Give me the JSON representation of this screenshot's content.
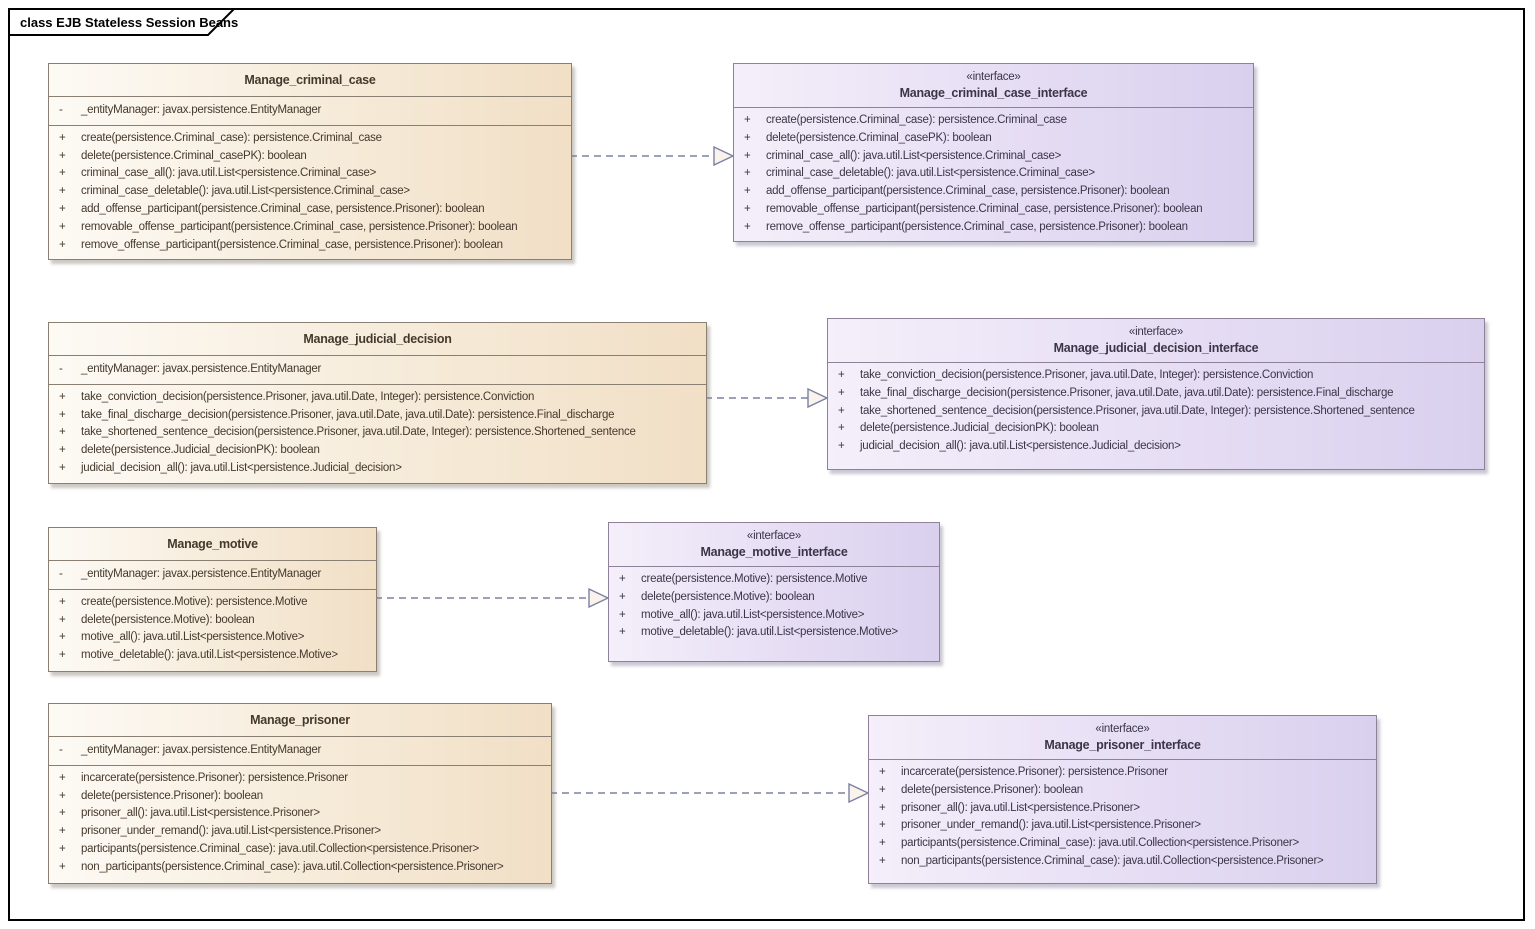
{
  "frame": {
    "title": "class EJB Stateless Session Beans"
  },
  "colors": {
    "class_fill_left": "#fdfaf5",
    "class_fill_right": "#f1dfc6",
    "class_border": "#8a7f73",
    "interface_fill_left": "#f4effa",
    "interface_fill_right": "#d9d0ee",
    "interface_border": "#8f8198",
    "arrow": "#7b81a3",
    "frame_border": "#000000"
  },
  "boxes": [
    {
      "kind": "class",
      "title": "Manage_criminal_case",
      "attributes": [
        {
          "vis": "-",
          "text": "_entityManager: javax.persistence.EntityManager"
        }
      ],
      "methods": [
        {
          "vis": "+",
          "text": "create(persistence.Criminal_case): persistence.Criminal_case"
        },
        {
          "vis": "+",
          "text": "delete(persistence.Criminal_casePK): boolean"
        },
        {
          "vis": "+",
          "text": "criminal_case_all(): java.util.List<persistence.Criminal_case>"
        },
        {
          "vis": "+",
          "text": "criminal_case_deletable(): java.util.List<persistence.Criminal_case>"
        },
        {
          "vis": "+",
          "text": "add_offense_participant(persistence.Criminal_case, persistence.Prisoner): boolean"
        },
        {
          "vis": "+",
          "text": "removable_offense_participant(persistence.Criminal_case, persistence.Prisoner): boolean"
        },
        {
          "vis": "+",
          "text": "remove_offense_participant(persistence.Criminal_case, persistence.Prisoner): boolean"
        }
      ]
    },
    {
      "kind": "interface",
      "stereotype": "«interface»",
      "title": "Manage_criminal_case_interface",
      "methods": [
        {
          "vis": "+",
          "text": "create(persistence.Criminal_case): persistence.Criminal_case"
        },
        {
          "vis": "+",
          "text": "delete(persistence.Criminal_casePK): boolean"
        },
        {
          "vis": "+",
          "text": "criminal_case_all(): java.util.List<persistence.Criminal_case>"
        },
        {
          "vis": "+",
          "text": "criminal_case_deletable(): java.util.List<persistence.Criminal_case>"
        },
        {
          "vis": "+",
          "text": "add_offense_participant(persistence.Criminal_case, persistence.Prisoner): boolean"
        },
        {
          "vis": "+",
          "text": "removable_offense_participant(persistence.Criminal_case, persistence.Prisoner): boolean"
        },
        {
          "vis": "+",
          "text": "remove_offense_participant(persistence.Criminal_case, persistence.Prisoner): boolean"
        }
      ]
    },
    {
      "kind": "class",
      "title": "Manage_judicial_decision",
      "attributes": [
        {
          "vis": "-",
          "text": "_entityManager: javax.persistence.EntityManager"
        }
      ],
      "methods": [
        {
          "vis": "+",
          "text": "take_conviction_decision(persistence.Prisoner, java.util.Date, Integer): persistence.Conviction"
        },
        {
          "vis": "+",
          "text": "take_final_discharge_decision(persistence.Prisoner, java.util.Date, java.util.Date): persistence.Final_discharge"
        },
        {
          "vis": "+",
          "text": "take_shortened_sentence_decision(persistence.Prisoner, java.util.Date, Integer): persistence.Shortened_sentence"
        },
        {
          "vis": "+",
          "text": "delete(persistence.Judicial_decisionPK): boolean"
        },
        {
          "vis": "+",
          "text": "judicial_decision_all(): java.util.List<persistence.Judicial_decision>"
        }
      ]
    },
    {
      "kind": "interface",
      "stereotype": "«interface»",
      "title": "Manage_judicial_decision_interface",
      "methods": [
        {
          "vis": "+",
          "text": "take_conviction_decision(persistence.Prisoner, java.util.Date, Integer): persistence.Conviction"
        },
        {
          "vis": "+",
          "text": "take_final_discharge_decision(persistence.Prisoner, java.util.Date, java.util.Date): persistence.Final_discharge"
        },
        {
          "vis": "+",
          "text": "take_shortened_sentence_decision(persistence.Prisoner, java.util.Date, Integer): persistence.Shortened_sentence"
        },
        {
          "vis": "+",
          "text": "delete(persistence.Judicial_decisionPK): boolean"
        },
        {
          "vis": "+",
          "text": "judicial_decision_all(): java.util.List<persistence.Judicial_decision>"
        }
      ]
    },
    {
      "kind": "class",
      "title": "Manage_motive",
      "attributes": [
        {
          "vis": "-",
          "text": "_entityManager: javax.persistence.EntityManager"
        }
      ],
      "methods": [
        {
          "vis": "+",
          "text": "create(persistence.Motive): persistence.Motive"
        },
        {
          "vis": "+",
          "text": "delete(persistence.Motive): boolean"
        },
        {
          "vis": "+",
          "text": "motive_all(): java.util.List<persistence.Motive>"
        },
        {
          "vis": "+",
          "text": "motive_deletable(): java.util.List<persistence.Motive>"
        }
      ]
    },
    {
      "kind": "interface",
      "stereotype": "«interface»",
      "title": "Manage_motive_interface",
      "methods": [
        {
          "vis": "+",
          "text": "create(persistence.Motive): persistence.Motive"
        },
        {
          "vis": "+",
          "text": "delete(persistence.Motive): boolean"
        },
        {
          "vis": "+",
          "text": "motive_all(): java.util.List<persistence.Motive>"
        },
        {
          "vis": "+",
          "text": "motive_deletable(): java.util.List<persistence.Motive>"
        }
      ]
    },
    {
      "kind": "class",
      "title": "Manage_prisoner",
      "attributes": [
        {
          "vis": "-",
          "text": "_entityManager: javax.persistence.EntityManager"
        }
      ],
      "methods": [
        {
          "vis": "+",
          "text": "incarcerate(persistence.Prisoner): persistence.Prisoner"
        },
        {
          "vis": "+",
          "text": "delete(persistence.Prisoner): boolean"
        },
        {
          "vis": "+",
          "text": "prisoner_all(): java.util.List<persistence.Prisoner>"
        },
        {
          "vis": "+",
          "text": "prisoner_under_remand(): java.util.List<persistence.Prisoner>"
        },
        {
          "vis": "+",
          "text": "participants(persistence.Criminal_case): java.util.Collection<persistence.Prisoner>"
        },
        {
          "vis": "+",
          "text": "non_participants(persistence.Criminal_case): java.util.Collection<persistence.Prisoner>"
        }
      ]
    },
    {
      "kind": "interface",
      "stereotype": "«interface»",
      "title": "Manage_prisoner_interface",
      "methods": [
        {
          "vis": "+",
          "text": "incarcerate(persistence.Prisoner): persistence.Prisoner"
        },
        {
          "vis": "+",
          "text": "delete(persistence.Prisoner): boolean"
        },
        {
          "vis": "+",
          "text": "prisoner_all(): java.util.List<persistence.Prisoner>"
        },
        {
          "vis": "+",
          "text": "prisoner_under_remand(): java.util.List<persistence.Prisoner>"
        },
        {
          "vis": "+",
          "text": "participants(persistence.Criminal_case): java.util.Collection<persistence.Prisoner>"
        },
        {
          "vis": "+",
          "text": "non_participants(persistence.Criminal_case): java.util.Collection<persistence.Prisoner>"
        }
      ]
    }
  ]
}
